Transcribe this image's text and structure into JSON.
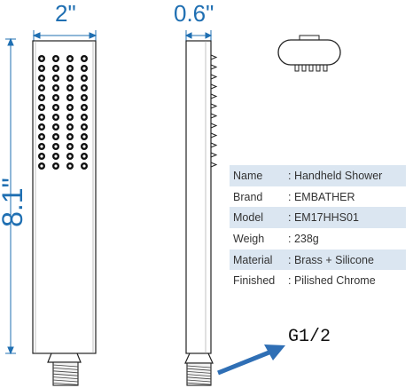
{
  "dimensions": {
    "width": "2\"",
    "depth": "0.6\"",
    "height": "8.1\""
  },
  "specs": [
    {
      "key": "Name",
      "value": ": Handheld Shower"
    },
    {
      "key": "Brand",
      "value": ": EMBATHER"
    },
    {
      "key": "Model",
      "value": ": EM17HHS01"
    },
    {
      "key": "Weigh",
      "value": ": 238g"
    },
    {
      "key": "Material",
      "value": ": Brass + Silicone"
    },
    {
      "key": "Finished",
      "value": ": Pilished Chrome"
    }
  ],
  "thread": {
    "label": "G1/2"
  },
  "colors": {
    "dimension": "#1f6fb2",
    "arrow": "#2f6fb5",
    "table_stripe": "#dbe6f1",
    "outline": "#222222"
  }
}
